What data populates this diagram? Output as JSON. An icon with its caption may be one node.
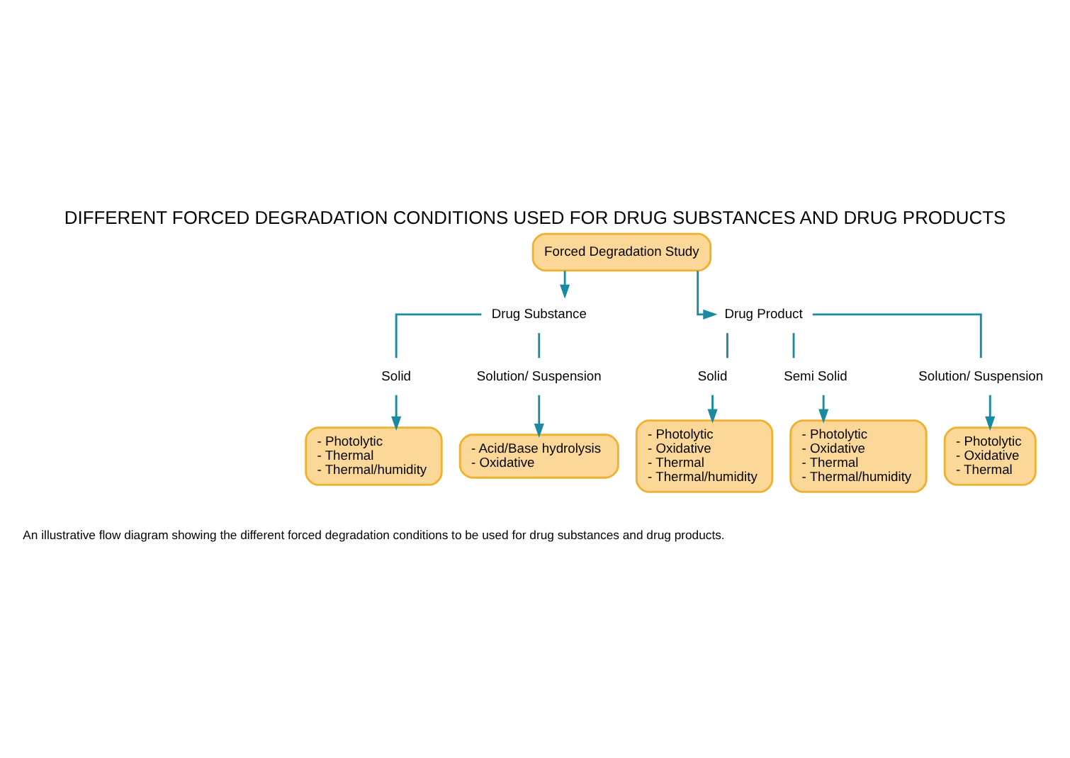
{
  "diagram": {
    "title": "DIFFERENT FORCED DEGRADATION CONDITIONS USED FOR DRUG SUBSTANCES AND DRUG PRODUCTS",
    "caption": "An illustrative flow diagram showing the different forced degradation conditions to be used for drug substances and drug products.",
    "nodes": [
      {
        "text": [
          "Forced Degradation Study"
        ]
      },
      {
        "text": [
          "Drug Substance"
        ]
      },
      {
        "text": [
          "Drug Product"
        ]
      },
      {
        "text": [
          "Solid"
        ]
      },
      {
        "text": [
          "Solution/ Suspension"
        ]
      },
      {
        "text": [
          "Solid"
        ]
      },
      {
        "text": [
          "Semi Solid"
        ]
      },
      {
        "text": [
          "Solution/ Suspension"
        ]
      },
      {
        "text": [
          "- Photolytic",
          "- Thermal",
          "- Thermal/humidity"
        ]
      },
      {
        "text": [
          "- Acid/Base hydrolysis",
          "- Oxidative"
        ]
      },
      {
        "text": [
          "- Photolytic",
          "- Oxidative",
          "- Thermal",
          "- Thermal/humidity"
        ]
      },
      {
        "text": [
          "- Photolytic",
          "- Oxidative",
          "- Thermal",
          "- Thermal/humidity"
        ]
      },
      {
        "text": [
          "- Photolytic",
          "- Oxidative",
          "- Thermal"
        ]
      }
    ],
    "edges": [
      {
        "from": 0,
        "to": 1,
        "arrow": "to"
      },
      {
        "from": 0,
        "to": 2,
        "arrow": "to"
      },
      {
        "from": 1,
        "to": 3,
        "arrow": "none"
      },
      {
        "from": 1,
        "to": 4,
        "arrow": "none"
      },
      {
        "from": 2,
        "to": 5,
        "arrow": "none"
      },
      {
        "from": 2,
        "to": 6,
        "arrow": "none"
      },
      {
        "from": 2,
        "to": 7,
        "arrow": "none"
      },
      {
        "from": 3,
        "to": 8,
        "arrow": "to"
      },
      {
        "from": 4,
        "to": 9,
        "arrow": "to"
      },
      {
        "from": 5,
        "to": 10,
        "arrow": "to"
      },
      {
        "from": 6,
        "to": 11,
        "arrow": "to"
      },
      {
        "from": 7,
        "to": 12,
        "arrow": "to"
      }
    ]
  }
}
